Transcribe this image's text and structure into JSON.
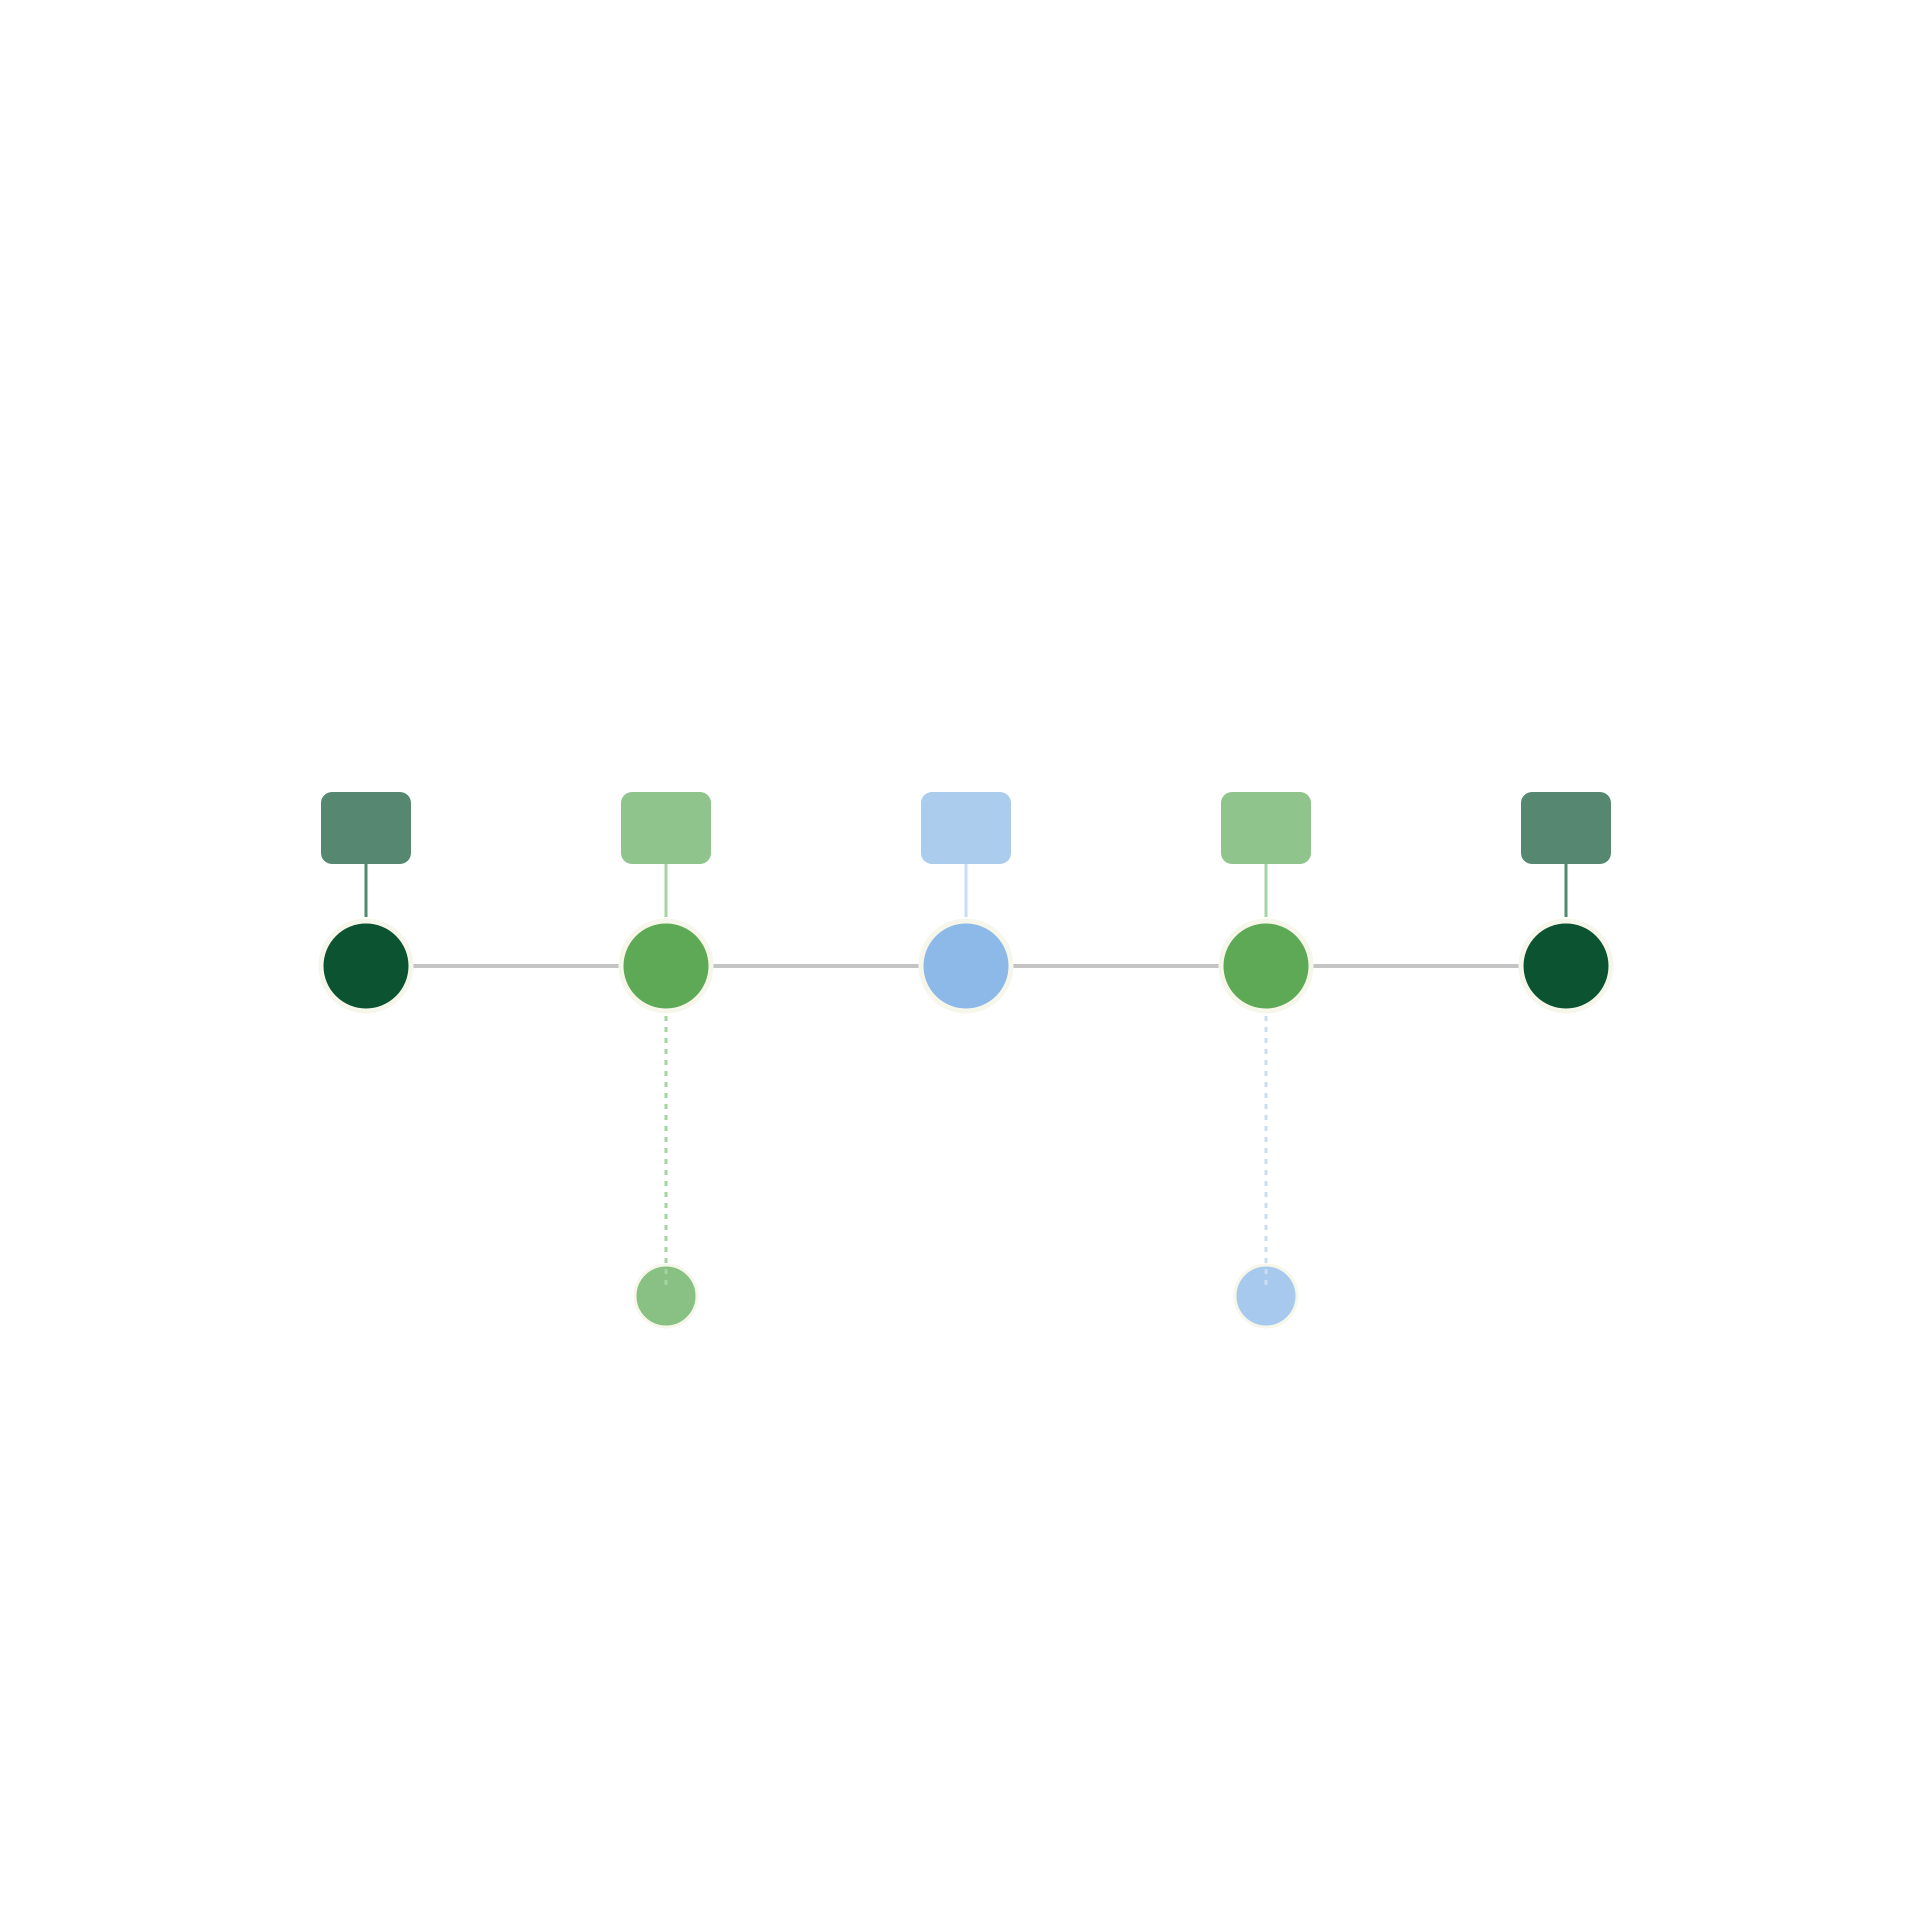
{
  "diagram": {
    "type": "timeline",
    "colors": {
      "background": "#ffffff",
      "spine_line": "#c4c4c4",
      "node_outline": "#f6f7ea",
      "dark_green": "#0b5331",
      "dark_green_tag": "#568871",
      "mid_green": "#5ea956",
      "mid_green_tag": "#8fc48c",
      "mid_green_connector": "#a6d3a3",
      "mid_green_sub": "#88c183",
      "light_blue": "#8cb9e8",
      "light_blue_tag": "#abcced",
      "light_blue_connector": "#c9ddf3",
      "light_blue_sub": "#a7c9ed"
    },
    "nodes": [
      {
        "id": "node-1",
        "fill": "#0b5331",
        "tag_fill": "#568871",
        "tag_connector": "#4f8a6e",
        "label": "",
        "sub_node": null
      },
      {
        "id": "node-2",
        "fill": "#5ea956",
        "tag_fill": "#8fc48c",
        "tag_connector": "#a6d3a3",
        "label": "",
        "sub_node": {
          "fill": "#88c183",
          "connector": "#a6d3a3",
          "style": "dotted"
        }
      },
      {
        "id": "node-3",
        "fill": "#8cb9e8",
        "tag_fill": "#abcced",
        "tag_connector": "#c9ddf3",
        "label": "",
        "sub_node": null
      },
      {
        "id": "node-4",
        "fill": "#5ea956",
        "tag_fill": "#8fc48c",
        "tag_connector": "#a6d3a3",
        "label": "",
        "sub_node": {
          "fill": "#a7c9ed",
          "connector": "#c9ddf3",
          "style": "dotted"
        }
      },
      {
        "id": "node-5",
        "fill": "#0b5331",
        "tag_fill": "#568871",
        "tag_connector": "#4f8a6e",
        "label": "",
        "sub_node": null
      }
    ]
  }
}
